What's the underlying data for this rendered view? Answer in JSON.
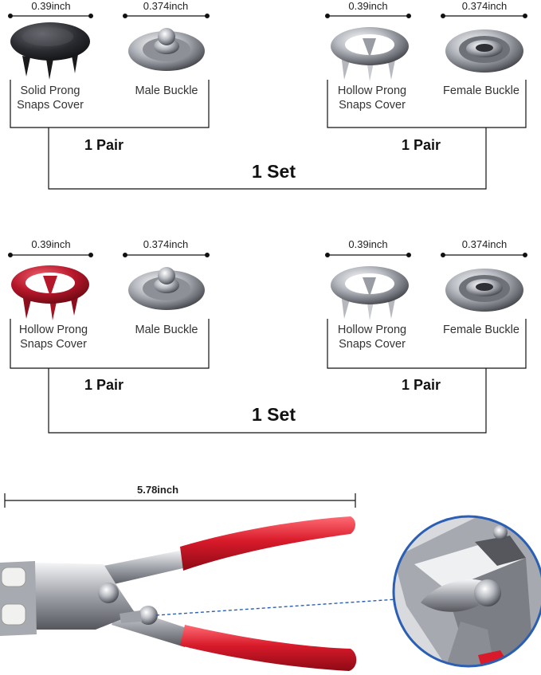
{
  "set1": {
    "items": [
      {
        "dimension": "0.39inch",
        "label": "Solid Prong\nSnaps  Cover",
        "icon": "solid-prong-cover-icon",
        "color": "#2a2a2e"
      },
      {
        "dimension": "0.374inch",
        "label": "Male Buckle",
        "icon": "male-buckle-icon"
      },
      {
        "dimension": "0.39inch",
        "label": "Hollow Prong\nSnaps Cover",
        "icon": "hollow-prong-cover-icon",
        "color": "#c8c8cc"
      },
      {
        "dimension": "0.374inch",
        "label": "Female Buckle",
        "icon": "female-buckle-icon"
      }
    ],
    "pair_left": "1 Pair",
    "pair_right": "1 Pair",
    "set_label": "1 Set"
  },
  "set2": {
    "items": [
      {
        "dimension": "0.39inch",
        "label": "Hollow Prong\nSnaps Cover",
        "icon": "hollow-prong-cover-icon",
        "color": "#b5172a"
      },
      {
        "dimension": "0.374inch",
        "label": "Male Buckle",
        "icon": "male-buckle-icon"
      },
      {
        "dimension": "0.39inch",
        "label": "Hollow Prong\nSnaps Cover",
        "icon": "hollow-prong-cover-icon",
        "color": "#c8c8cc"
      },
      {
        "dimension": "0.374inch",
        "label": "Female Buckle",
        "icon": "female-buckle-icon"
      }
    ],
    "pair_left": "1 Pair",
    "pair_right": "1 Pair",
    "set_label": "1 Set"
  },
  "tool": {
    "length": "5.78inch",
    "icon": "snap-pliers-icon",
    "handle_color": "#d81a2a",
    "detail_icon": "plier-head-detail-icon"
  }
}
